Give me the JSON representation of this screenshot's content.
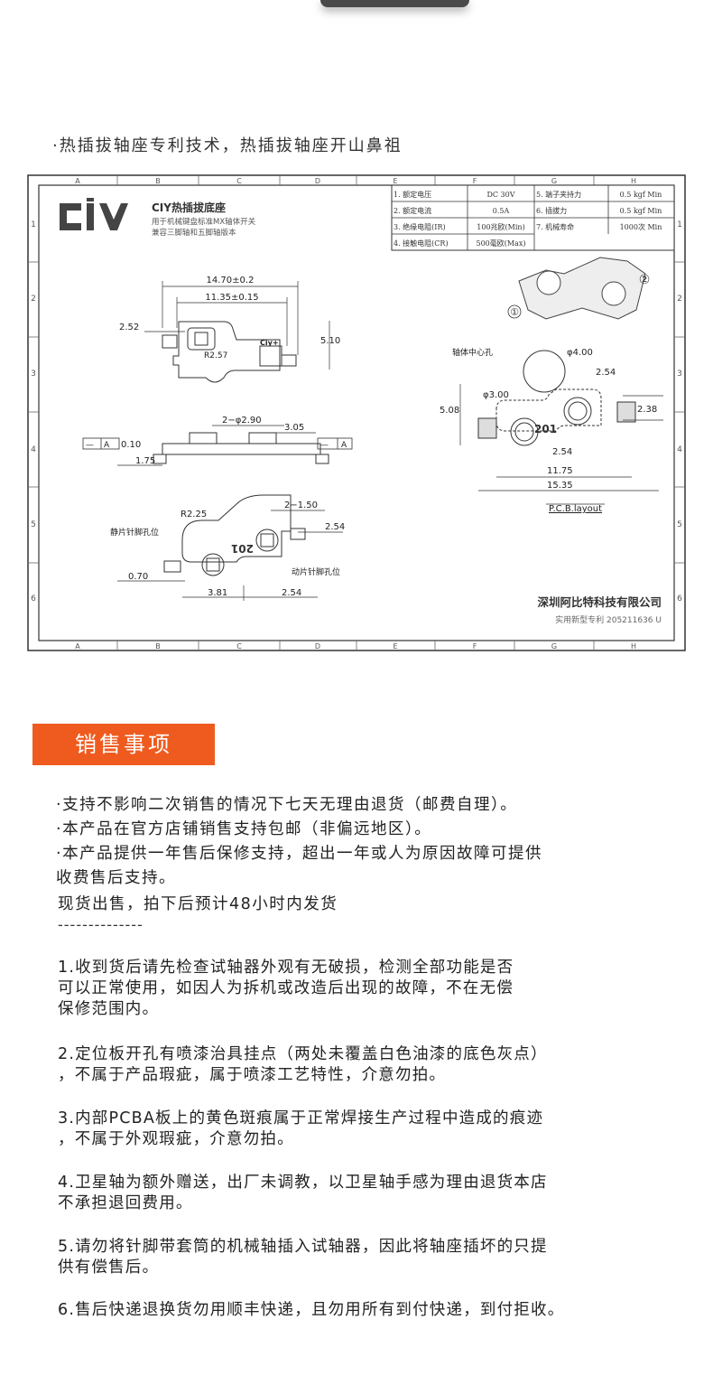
{
  "tagline": "·热插拔轴座专利技术，热插拔轴座开山鼻祖",
  "drawing": {
    "columns": [
      "A",
      "B",
      "C",
      "D",
      "E",
      "F",
      "G",
      "H"
    ],
    "rows": [
      "1",
      "2",
      "3",
      "4",
      "5",
      "6"
    ],
    "brand_logo": "CIY",
    "product_title": "CIY热插拔底座",
    "subtitle_1": "用于机械键盘标准MX轴体开关",
    "subtitle_2": "兼容三脚轴和五脚轴版本",
    "specs": [
      [
        "1. 额定电压",
        "DC 30V",
        "5. 端子夹持力",
        "0.5 kgf Min"
      ],
      [
        "2. 额定电流",
        "0.5A",
        "6. 插拔力",
        "0.5 kgf Min"
      ],
      [
        "3. 绝缘电阻(IR)",
        "100兆欧(Min)",
        "7. 机械寿命",
        "1000次 Min"
      ],
      [
        "4. 接触电阻(CR)",
        "500毫欧(Max)",
        "",
        ""
      ]
    ],
    "dims": {
      "d1": "14.70±0.2",
      "d2": "11.35±0.15",
      "d3": "2.52",
      "d4": "5.10",
      "d5": "R2.57",
      "d6": "2−φ2.90",
      "d7": "3.05",
      "d8": "0.10",
      "d9": "1.75",
      "datum": "A",
      "d10": "2−1.50",
      "d11": "R2.25",
      "d12": "2.54",
      "d13": "0.70",
      "d14": "3.81",
      "d15": "2.54",
      "p1": "φ4.00",
      "p2": "2.54",
      "p3": "φ3.00",
      "p4": "5.08",
      "p5": "2.38",
      "p6": "2.54",
      "p7": "11.75",
      "p8": "15.35"
    },
    "labels": {
      "static_pin": "静片针脚孔位",
      "moving_pin": "动片针脚孔位",
      "center_hole": "轴体中心孔",
      "pcb_layout": "P.C.B.layout",
      "part_mark": "201",
      "ciy_mark": "Ciy+",
      "callout_1": "①",
      "callout_2": "②"
    },
    "company": "深圳阿比特科技有限公司",
    "patent": "实用新型专利 205211636 U"
  },
  "section_title": "销售事项",
  "sales": [
    "·支持不影响二次销售的情况下七天无理由退货（邮费自理）。",
    "·本产品在官方店铺销售支持包邮（非偏远地区）。",
    "·本产品提供一年售后保修支持，超出一年或人为原因故障可提供",
    " 收费售后支持。",
    "现货出售，拍下后预计48小时内发货"
  ],
  "separator": "--------------",
  "notes": [
    [
      "1.收到货后请先检查试轴器外观有无破损，检测全部功能是否",
      "可以正常使用，如因人为拆机或改造后出现的故障，不在无偿",
      "保修范围内。"
    ],
    [
      "2.定位板开孔有喷漆治具挂点（两处未覆盖白色油漆的底色灰点）",
      "，不属于产品瑕疵，属于喷漆工艺特性，介意勿拍。"
    ],
    [
      "3.内部PCBA板上的黄色斑痕属于正常焊接生产过程中造成的痕迹",
      "，不属于外观瑕疵，介意勿拍。"
    ],
    [
      "4.卫星轴为额外赠送，出厂未调教，以卫星轴手感为理由退货本店",
      "不承担退回费用。"
    ],
    [
      "5.请勿将针脚带套筒的机械轴插入试轴器，因此将轴座插坏的只提",
      "供有偿售后。"
    ],
    [
      "6.售后快递退换货勿用顺丰快递，且勿用所有到付快递，到付拒收。"
    ]
  ]
}
